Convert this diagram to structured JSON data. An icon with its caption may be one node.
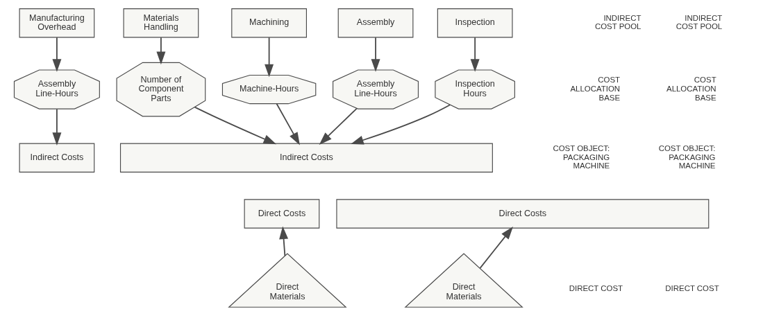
{
  "diagram": {
    "nodes": [
      {
        "text": [
          "Manufacturing Overhead"
        ]
      },
      {
        "text": [
          "Assembly Line-Hours"
        ]
      },
      {
        "text": [
          "Indirect Costs"
        ]
      },
      {
        "text": [
          "Direct Costs"
        ]
      },
      {
        "text": [
          "Direct Materials"
        ]
      },
      {
        "text": [
          "Materials Handling"
        ]
      },
      {
        "text": [
          "Machining"
        ]
      },
      {
        "text": [
          "Assembly"
        ]
      },
      {
        "text": [
          "Inspection"
        ]
      },
      {
        "text": [
          "Number of Component Parts"
        ]
      },
      {
        "text": [
          "Machine-Hours"
        ]
      },
      {
        "text": [
          "Assembly Line-Hours"
        ]
      },
      {
        "text": [
          "Inspection Hours"
        ]
      },
      {
        "text": [
          "Indirect Costs"
        ]
      },
      {
        "text": [
          "Direct Costs"
        ]
      },
      {
        "text": [
          "Direct Materials"
        ]
      }
    ],
    "edges": [
      {
        "from": 0,
        "to": 1,
        "arrow": "to"
      },
      {
        "from": 1,
        "to": 2,
        "arrow": "to"
      },
      {
        "from": 4,
        "to": 3,
        "arrow": "to"
      },
      {
        "from": 5,
        "to": 9,
        "arrow": "to"
      },
      {
        "from": 6,
        "to": 10,
        "arrow": "to"
      },
      {
        "from": 7,
        "to": 11,
        "arrow": "to"
      },
      {
        "from": 8,
        "to": 12,
        "arrow": "to"
      },
      {
        "from": 9,
        "to": 13,
        "arrow": "to"
      },
      {
        "from": 10,
        "to": 13,
        "arrow": "to"
      },
      {
        "from": 11,
        "to": 13,
        "arrow": "to"
      },
      {
        "from": 12,
        "to": 13,
        "arrow": "to"
      },
      {
        "from": 15,
        "to": 14,
        "arrow": "to"
      }
    ],
    "labels": [
      "INDIRECT COST POOL",
      "INDIRECT COST POOL",
      "COST ALLOCATION BASE",
      "COST ALLOCATION BASE",
      "COST OBJECT: PACKAGING MACHINE",
      "COST OBJECT: PACKAGING MACHINE",
      "DIRECT COST",
      "DIRECT COST"
    ]
  }
}
